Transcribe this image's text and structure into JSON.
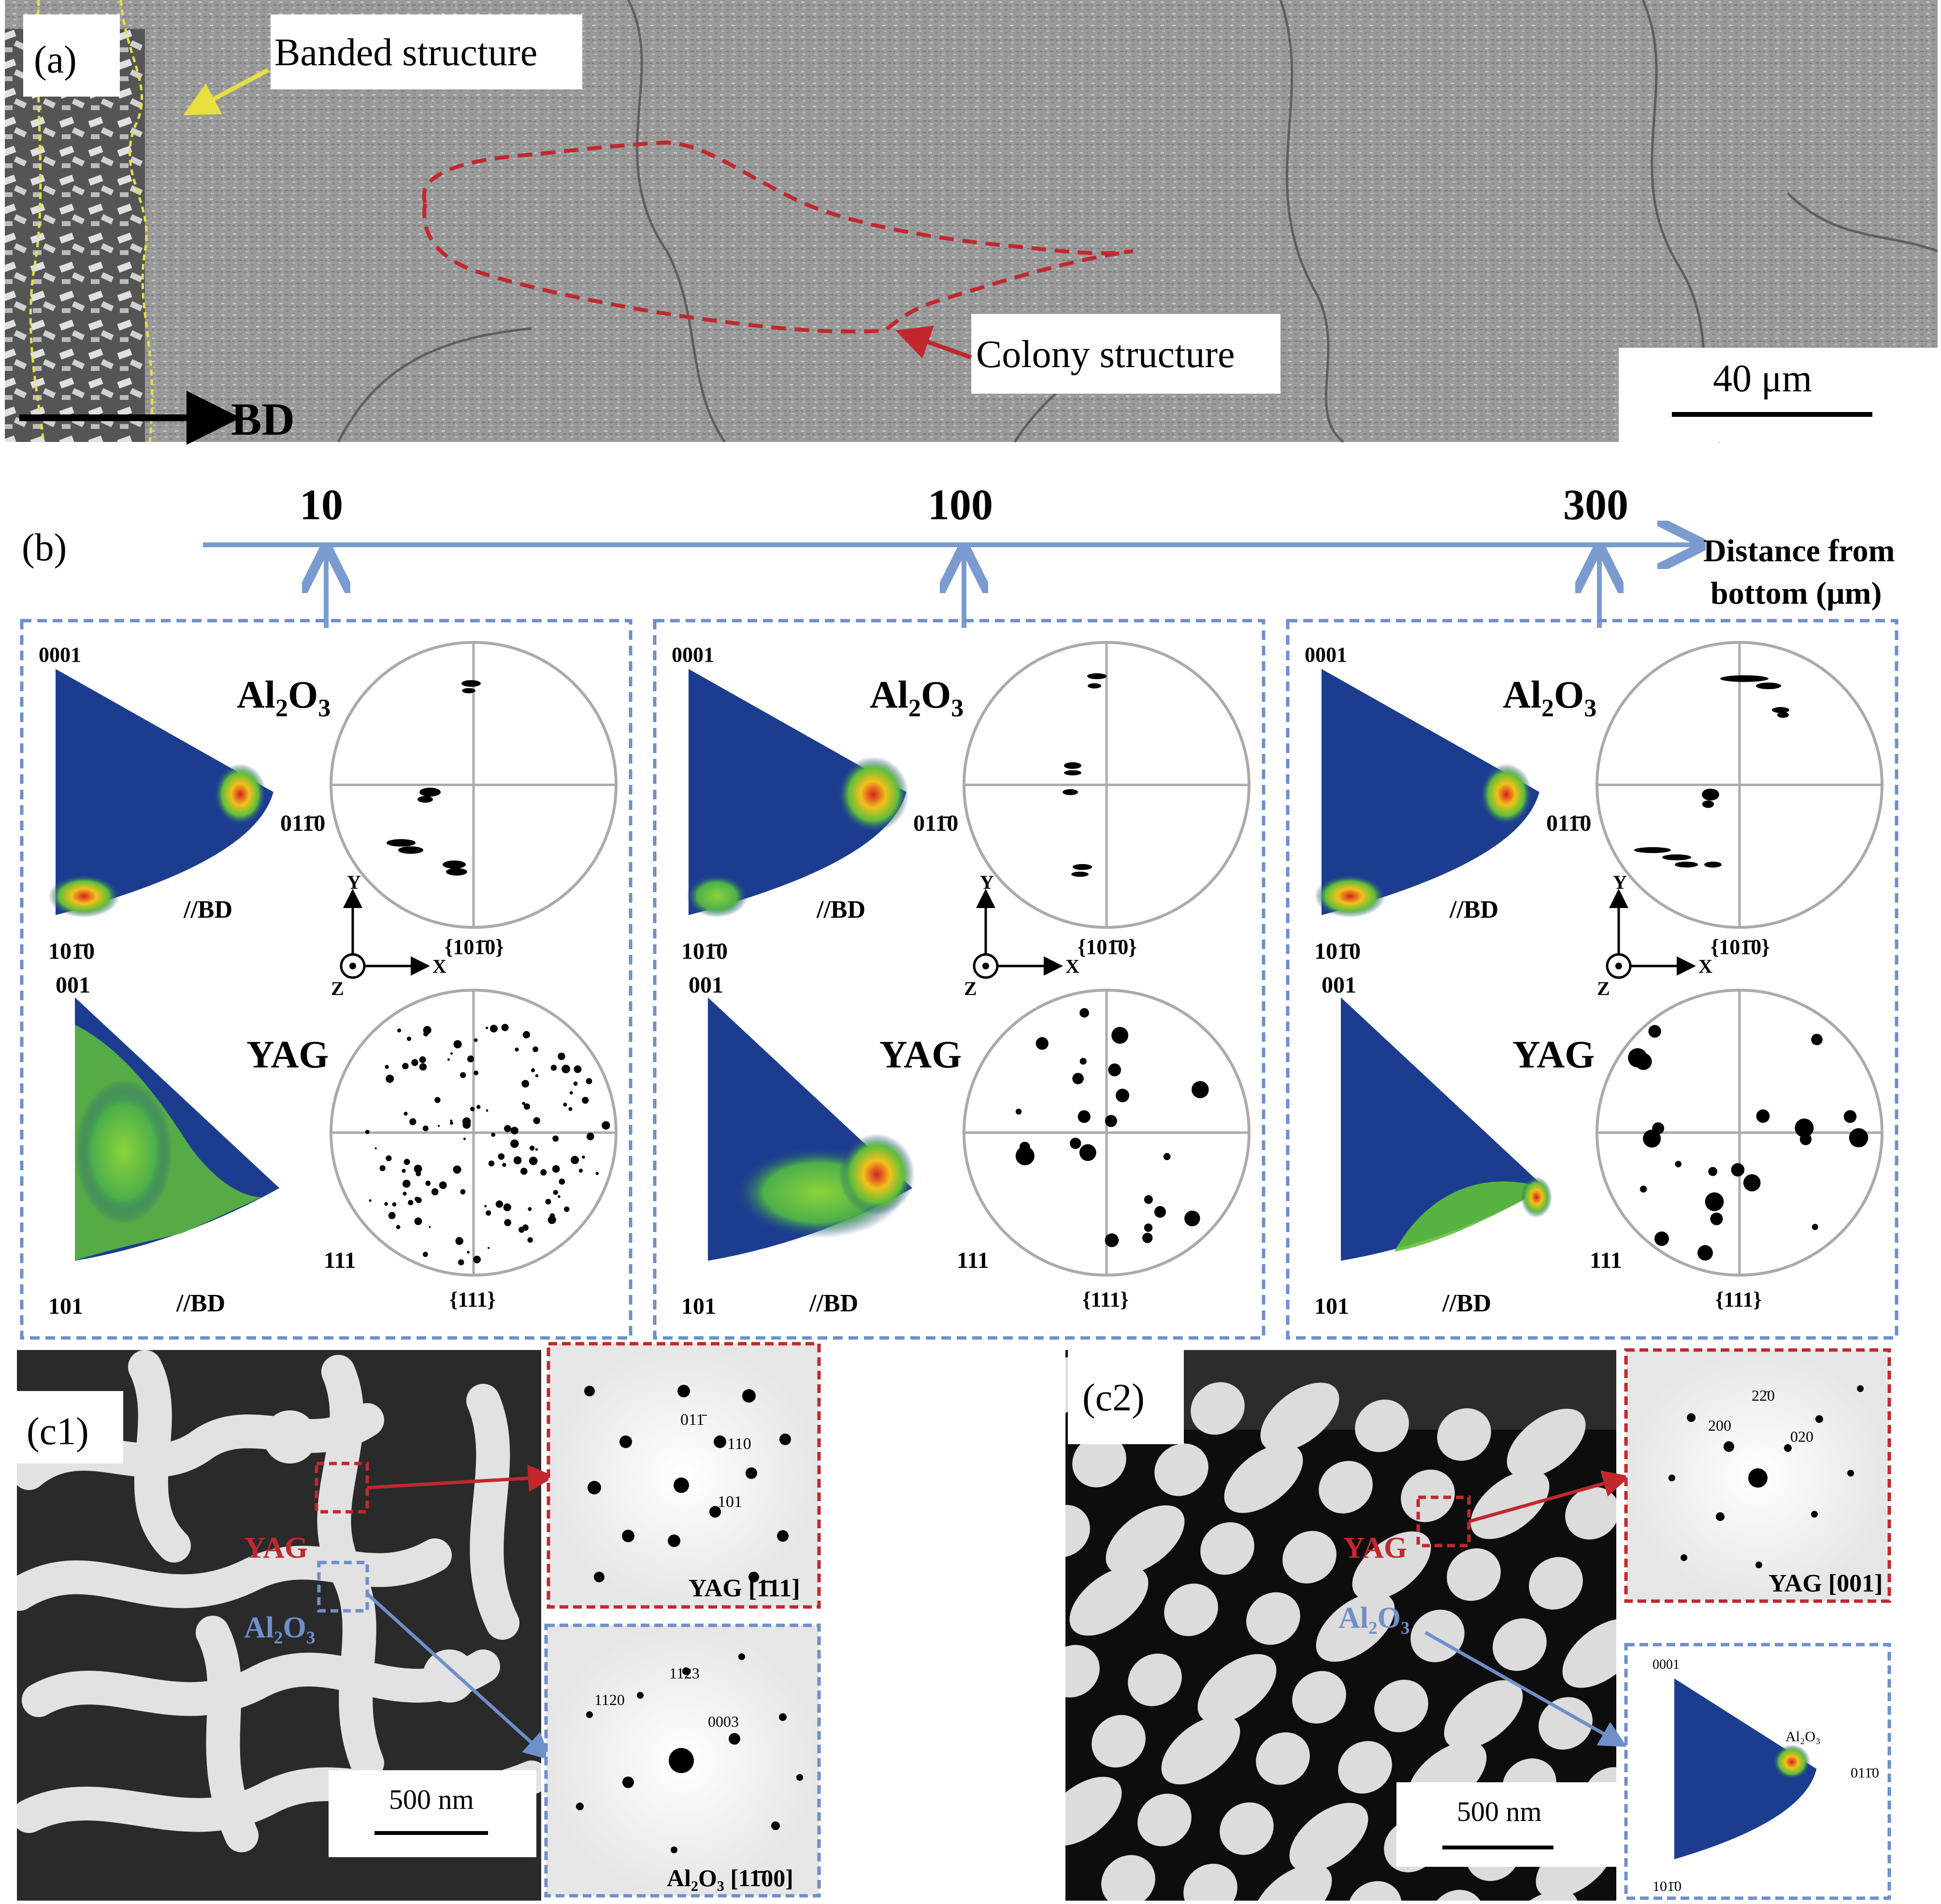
{
  "panel_a": {
    "label": "(a)",
    "banded_label": "Banded structure",
    "colony_label": "Colony structure",
    "bd_label": "BD",
    "scale_label": "40 μm"
  },
  "panel_b": {
    "label": "(b)",
    "axis_title_line1": "Distance from",
    "axis_title_line2": "bottom (μm)",
    "ticks": [
      "10",
      "100",
      "300"
    ],
    "columns": [
      {
        "distance": "10"
      },
      {
        "distance": "100"
      },
      {
        "distance": "300"
      }
    ],
    "al2o3_base": "Al",
    "al2o3_sub1": "2",
    "al2o3_mid": "O",
    "al2o3_sub2": "3",
    "yag_label": "YAG",
    "ipf_hex_top": "0001",
    "ipf_hex_right": "011̄0",
    "ipf_hex_bottom": "101̄0",
    "ipf_cubic_top": "001",
    "ipf_cubic_right": "111",
    "ipf_cubic_bottom": "101",
    "bd_tag": "//BD",
    "pf_hex_label": "{101̄0}",
    "pf_cubic_label": "{111}",
    "axis_x": "X",
    "axis_y": "Y",
    "axis_z": "Z"
  },
  "panel_c1": {
    "label": "(c1)",
    "yag_tag": "YAG",
    "al2o3_tag": "Al₂O₃",
    "scale_label": "500 nm",
    "saed_yag_caption": "YAG [1̄11]",
    "saed_yag_spots": [
      "011̄",
      "110",
      "101"
    ],
    "saed_al_caption": "Al₂O₃ [11̄00]",
    "saed_al_spots": [
      "1123",
      "1120",
      "0003"
    ]
  },
  "panel_c2": {
    "label": "(c2)",
    "yag_tag": "YAG",
    "al2o3_tag": "Al₂O₃",
    "scale_label": "500 nm",
    "saed_yag_caption": "YAG [001]",
    "saed_yag_spots": [
      "22̄0",
      "200",
      "020"
    ],
    "ipf_top": "0001",
    "ipf_right": "011̄0",
    "ipf_bottom": "101̄0",
    "ipf_phase": "Al₂O₃"
  },
  "colors": {
    "ipf_blue": "#1c3d8f",
    "dashed_blue": "#6f8fca",
    "dashed_red": "#c0282e",
    "axis_arrow": "#7a9bd1",
    "yellow": "#e6e040"
  }
}
